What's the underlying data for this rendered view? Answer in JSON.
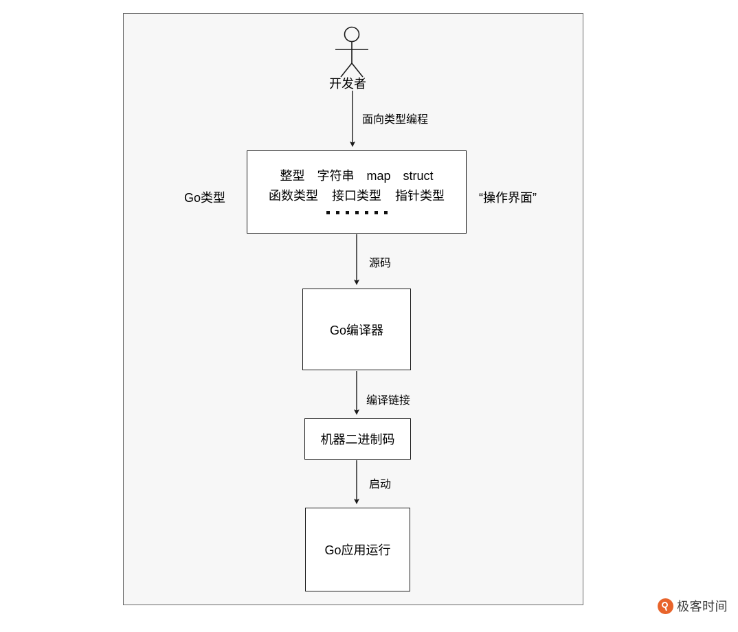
{
  "diagram": {
    "title": "Go type-oriented programming flow",
    "canvas": {
      "background": "#f7f7f7",
      "border_color": "#666666"
    },
    "actor": {
      "name": "developer-actor",
      "label": "开发者"
    },
    "side_labels": {
      "left": "Go类型",
      "right": "“操作界面”"
    },
    "type_box": {
      "row1": [
        "整型",
        "字符串",
        "map",
        "struct"
      ],
      "row2": [
        "函数类型",
        "接口类型",
        "指针类型"
      ],
      "dots_count": 7
    },
    "nodes": [
      {
        "id": "compiler",
        "label": "Go编译器"
      },
      {
        "id": "binary",
        "label": "机器二进制码"
      },
      {
        "id": "app",
        "label": "Go应用运行"
      }
    ],
    "edges": [
      {
        "id": "edge-oop",
        "label": "面向类型编程",
        "from": "developer-actor",
        "to": "type-box"
      },
      {
        "id": "edge-source",
        "label": "源码",
        "from": "type-box",
        "to": "compiler"
      },
      {
        "id": "edge-link",
        "label": "编译链接",
        "from": "compiler",
        "to": "binary"
      },
      {
        "id": "edge-start",
        "label": "启动",
        "from": "binary",
        "to": "app"
      }
    ]
  },
  "watermark": {
    "text": "极客时间",
    "logo_color": "#e8642b",
    "icon": "geek-time-logo-icon"
  }
}
